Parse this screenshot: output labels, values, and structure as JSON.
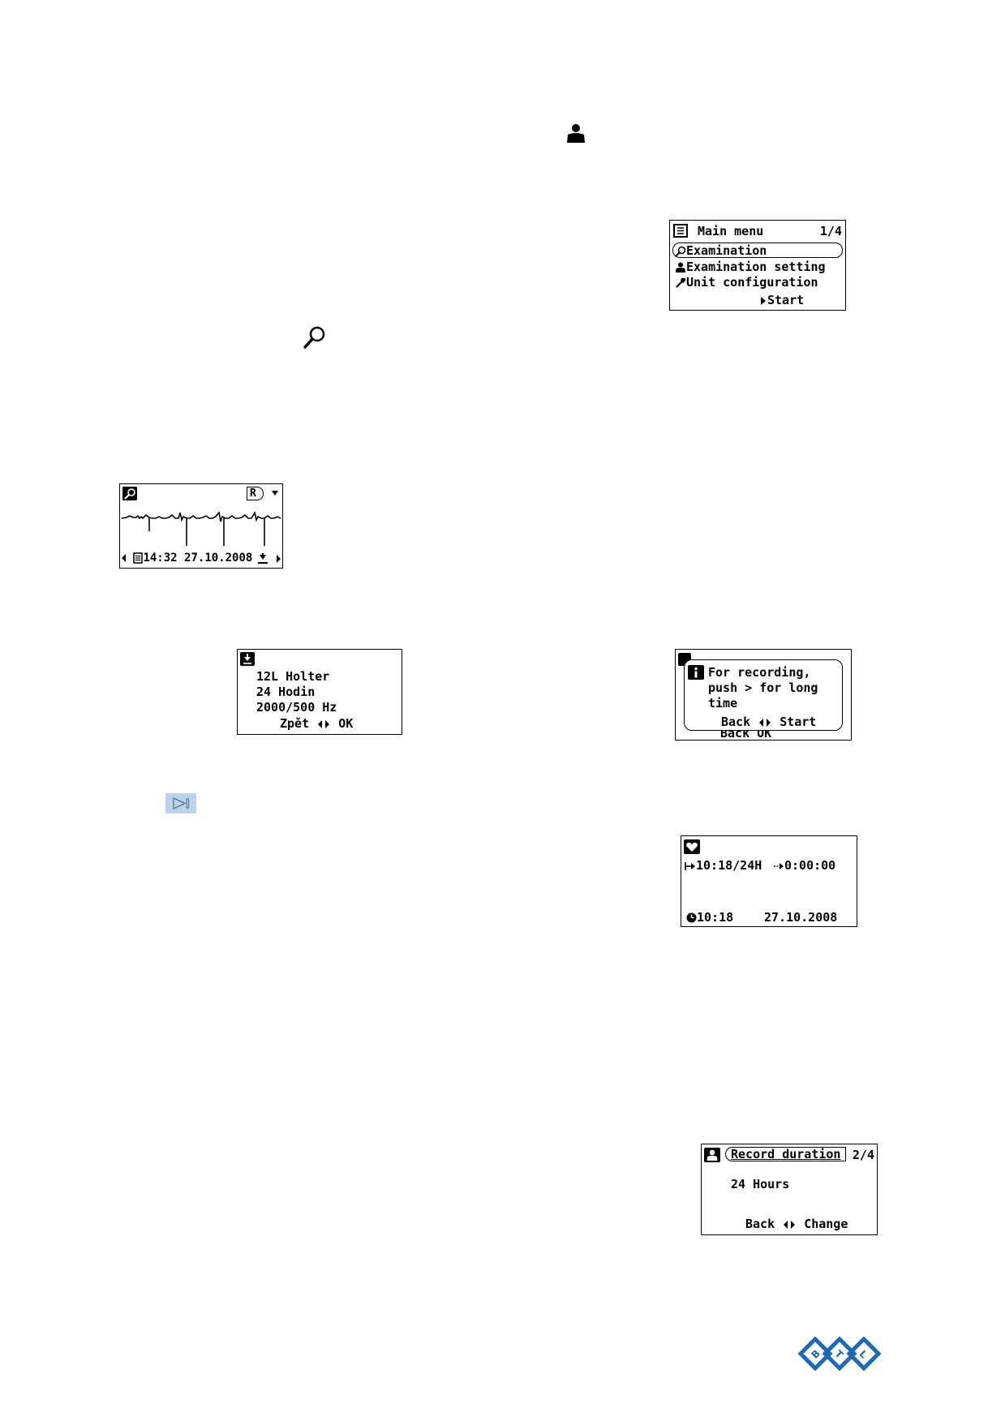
{
  "main_menu": {
    "title": "Main menu",
    "page": "1/4",
    "items": [
      {
        "label": "Examination",
        "icon": "magnifier-icon",
        "selected": true
      },
      {
        "label": "Examination setting",
        "icon": "person-icon",
        "selected": false
      },
      {
        "label": "Unit configuration",
        "icon": "wrench-icon",
        "selected": false
      }
    ],
    "footer": "Start"
  },
  "ecg_screen": {
    "lead": "R",
    "time": "14:32",
    "date": "27.10.2008"
  },
  "holter_screen": {
    "lines": [
      "12L Holter",
      "24 Hodin",
      "2000/500 Hz"
    ],
    "back": "Zpět",
    "ok": "OK"
  },
  "info_screen": {
    "message_lines": [
      "For recording,",
      "push > for long",
      "time"
    ],
    "back": "Back",
    "start": "Start",
    "behind_bottom": "Back OK"
  },
  "record_screen": {
    "elapsed": "10:18/24H",
    "remaining": "0:00:00",
    "clock": "10:18",
    "date": "27.10.2008"
  },
  "duration_screen": {
    "title": "Record duration",
    "page": "2/4",
    "value": "24 Hours",
    "back": "Back",
    "change": "Change"
  }
}
